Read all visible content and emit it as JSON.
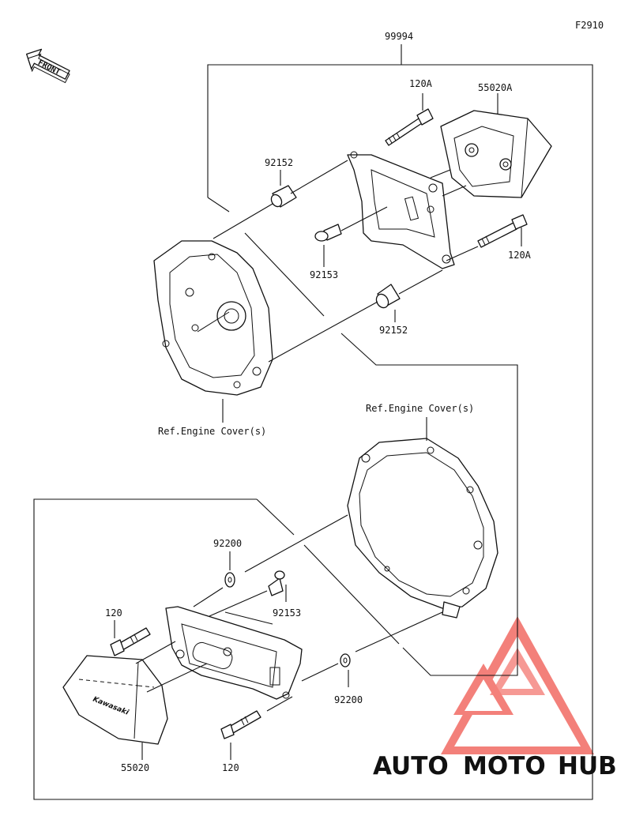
{
  "figure_code": "F2910",
  "front_label": "FRONT",
  "callouts": {
    "assembly_upper": "99994",
    "bolt_upper_top": "120A",
    "cover_upper": "55020A",
    "collar_upper_left": "92152",
    "bolt_upper_small": "92153",
    "bolt_upper_right": "120A",
    "collar_upper_right": "92152",
    "ref_upper": "Ref.Engine Cover(s)",
    "ref_lower": "Ref.Engine Cover(s)",
    "washer_lower_top": "92200",
    "bolt_lower_small": "92153",
    "bolt_lower_left": "120",
    "washer_lower_right": "92200",
    "cover_lower": "55020",
    "bolt_lower_bottom": "120"
  },
  "cover_brand": "Kawasaki",
  "watermark": {
    "part1": "AUTO",
    "part2": "MOTO",
    "part3": "HUB",
    "color_red": "#f26a63",
    "color_orange": "#f6b94f",
    "color_gray": "#4a4a4a"
  }
}
